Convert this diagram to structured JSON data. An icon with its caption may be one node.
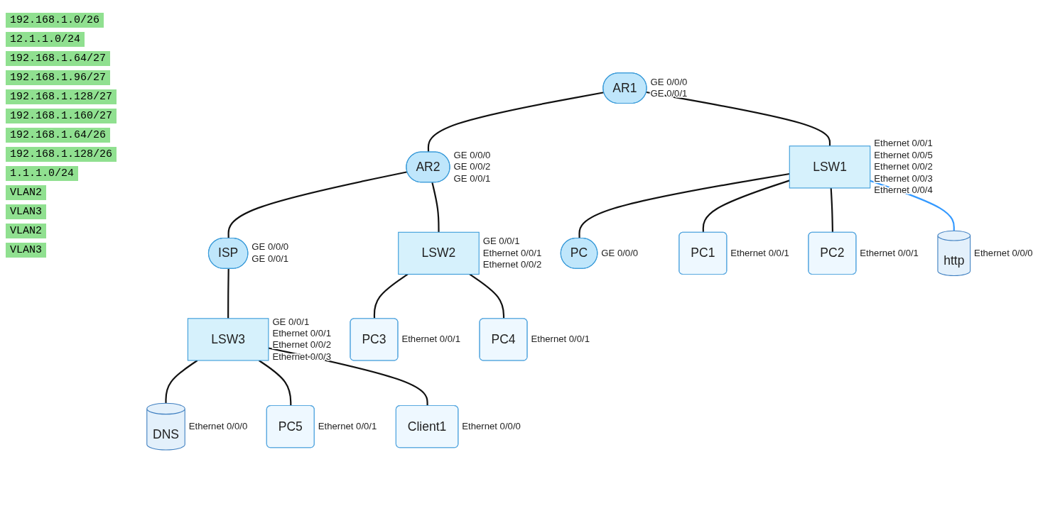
{
  "diagram": {
    "nodes": [
      {
        "text": [
          "AR1"
        ],
        "beside": [
          "GE 0/0/0",
          "GE 0/0/1"
        ]
      },
      {
        "text": [
          "AR2"
        ],
        "beside": [
          "GE 0/0/0",
          "GE 0/0/2",
          "GE 0/0/1"
        ]
      },
      {
        "text": [
          "ISP"
        ],
        "beside": [
          "GE 0/0/0",
          "GE 0/0/1"
        ]
      },
      {
        "text": [
          "LSW1"
        ],
        "beside": [
          "Ethernet 0/0/1",
          "Ethernet 0/0/5",
          "Ethernet 0/0/2",
          "Ethernet 0/0/3",
          "Ethernet 0/0/4"
        ]
      },
      {
        "text": [
          "LSW2"
        ],
        "beside": [
          "GE 0/0/1",
          "Ethernet 0/0/1",
          "Ethernet 0/0/2"
        ]
      },
      {
        "text": [
          "LSW3"
        ],
        "beside": [
          "GE 0/0/1",
          "Ethernet 0/0/1",
          "Ethernet 0/0/2",
          "Ethernet 0/0/3"
        ]
      },
      {
        "text": [
          "PC"
        ],
        "beside": [
          "GE 0/0/0"
        ]
      },
      {
        "text": [
          "PC1"
        ],
        "beside": [
          "Ethernet 0/0/1"
        ]
      },
      {
        "text": [
          "PC2"
        ],
        "beside": [
          "Ethernet 0/0/1"
        ]
      },
      {
        "text": [
          "http"
        ],
        "beside": [
          "Ethernet 0/0/0"
        ]
      },
      {
        "text": [
          "PC3"
        ],
        "beside": [
          "Ethernet 0/0/1"
        ]
      },
      {
        "text": [
          "PC4"
        ],
        "beside": [
          "Ethernet 0/0/1"
        ]
      },
      {
        "text": [
          "DNS"
        ],
        "beside": [
          "Ethernet 0/0/0"
        ]
      },
      {
        "text": [
          "PC5"
        ],
        "beside": [
          "Ethernet 0/0/1"
        ]
      },
      {
        "text": [
          "Client1"
        ],
        "beside": [
          "Ethernet 0/0/0"
        ]
      }
    ],
    "edges": [
      {
        "from": 0,
        "to": 1,
        "arrow": "none"
      },
      {
        "from": 1,
        "to": 2,
        "arrow": "none"
      },
      {
        "from": 0,
        "to": 3,
        "arrow": "none"
      },
      {
        "from": 1,
        "to": 4,
        "arrow": "none"
      },
      {
        "from": 2,
        "to": 5,
        "arrow": "none"
      },
      {
        "from": 3,
        "to": 6,
        "arrow": "none"
      },
      {
        "from": 3,
        "to": 7,
        "arrow": "none"
      },
      {
        "from": 3,
        "to": 8,
        "arrow": "none"
      },
      {
        "from": 3,
        "to": 9,
        "arrow": "none",
        "color": "#3399ff"
      },
      {
        "from": 4,
        "to": 10,
        "arrow": "none"
      },
      {
        "from": 4,
        "to": 11,
        "arrow": "none"
      },
      {
        "from": 5,
        "to": 12,
        "arrow": "none"
      },
      {
        "from": 5,
        "to": 13,
        "arrow": "none"
      },
      {
        "from": 5,
        "to": 14,
        "arrow": "none"
      }
    ],
    "labels": [
      "192.168.1.0/26",
      "12.1.1.0/24",
      "192.168.1.64/27",
      "192.168.1.96/27",
      "192.168.1.128/27",
      "192.168.1.160/27",
      "192.168.1.64/26",
      "192.168.1.128/26",
      "1.1.1.0/24",
      "VLAN2",
      "VLAN3",
      "VLAN2",
      "VLAN3"
    ]
  }
}
